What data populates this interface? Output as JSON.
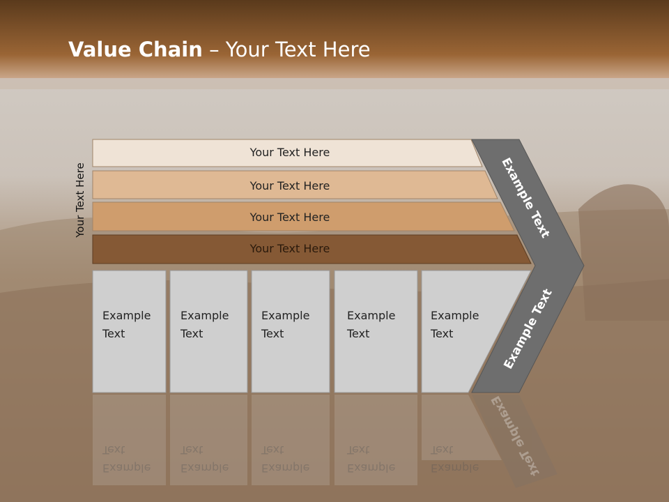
{
  "title": {
    "bold": "Value Chain",
    "rest": " – Your Text Here"
  },
  "side_label": "Your Text Here",
  "bars": [
    {
      "label": "Your Text Here",
      "color": "#efe3d6"
    },
    {
      "label": "Your Text Here",
      "color": "#dfb994"
    },
    {
      "label": "Your Text Here",
      "color": "#cf9d6d"
    },
    {
      "label": "Your Text Here",
      "color": "#855935"
    }
  ],
  "boxes": [
    {
      "line1": "Example",
      "line2": "Text"
    },
    {
      "line1": "Example",
      "line2": "Text"
    },
    {
      "line1": "Example",
      "line2": "Text"
    },
    {
      "line1": "Example",
      "line2": "Text"
    },
    {
      "line1": "Example",
      "line2": "Text"
    }
  ],
  "arrow_top": "Example Text",
  "arrow_bottom": "Example Text",
  "colors": {
    "header": "#8a5a2e",
    "arrow": "#6e6e6e",
    "box": "#cfcfcf"
  }
}
